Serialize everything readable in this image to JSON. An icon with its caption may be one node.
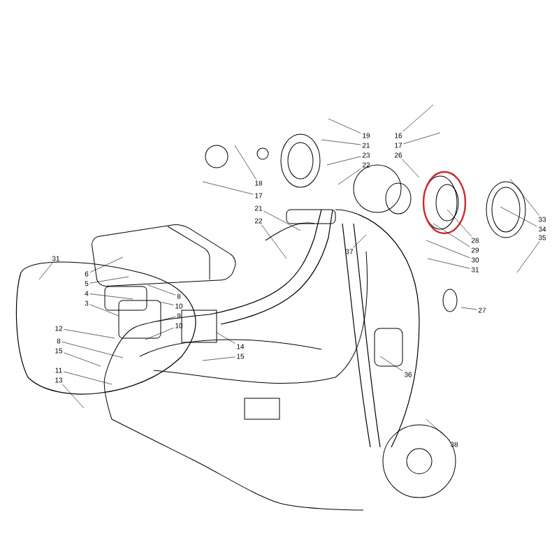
{
  "diagram": {
    "nodes": [
      {
        "text": [
          "18"
        ]
      },
      {
        "text": [
          "17"
        ]
      },
      {
        "text": [
          "21"
        ]
      },
      {
        "text": [
          "22"
        ]
      },
      {
        "text": [
          "19"
        ]
      },
      {
        "text": [
          "21"
        ]
      },
      {
        "text": [
          "23"
        ]
      },
      {
        "text": [
          "22"
        ]
      },
      {
        "text": [
          "16"
        ]
      },
      {
        "text": [
          "17"
        ]
      },
      {
        "text": [
          "26"
        ]
      },
      {
        "text": [
          "33"
        ]
      },
      {
        "text": [
          "34"
        ]
      },
      {
        "text": [
          "35"
        ]
      },
      {
        "text": [
          "28"
        ]
      },
      {
        "text": [
          "29"
        ]
      },
      {
        "text": [
          "30"
        ]
      },
      {
        "text": [
          "31"
        ]
      },
      {
        "text": [
          "27"
        ]
      },
      {
        "text": [
          "37"
        ]
      },
      {
        "text": [
          "31"
        ]
      },
      {
        "text": [
          "6"
        ]
      },
      {
        "text": [
          "5"
        ]
      },
      {
        "text": [
          "4"
        ]
      },
      {
        "text": [
          "3"
        ]
      },
      {
        "text": [
          "8"
        ]
      },
      {
        "text": [
          "10"
        ]
      },
      {
        "text": [
          "9"
        ]
      },
      {
        "text": [
          "10"
        ]
      },
      {
        "text": [
          "12"
        ]
      },
      {
        "text": [
          "8"
        ]
      },
      {
        "text": [
          "15"
        ]
      },
      {
        "text": [
          "11"
        ]
      },
      {
        "text": [
          "13"
        ]
      },
      {
        "text": [
          "14"
        ]
      },
      {
        "text": [
          "15"
        ]
      },
      {
        "text": [
          "36"
        ]
      },
      {
        "text": [
          "38"
        ]
      }
    ],
    "edges": [
      {
        "from": 0,
        "to": null,
        "arrow": "none"
      },
      {
        "from": 1,
        "to": null,
        "arrow": "none"
      },
      {
        "from": 2,
        "to": null,
        "arrow": "none"
      },
      {
        "from": 3,
        "to": null,
        "arrow": "none"
      },
      {
        "from": 4,
        "to": null,
        "arrow": "none"
      },
      {
        "from": 5,
        "to": null,
        "arrow": "none"
      },
      {
        "from": 6,
        "to": null,
        "arrow": "none"
      },
      {
        "from": 7,
        "to": null,
        "arrow": "none"
      },
      {
        "from": 8,
        "to": null,
        "arrow": "none"
      },
      {
        "from": 9,
        "to": null,
        "arrow": "none"
      },
      {
        "from": 10,
        "to": null,
        "arrow": "none"
      },
      {
        "from": 11,
        "to": null,
        "arrow": "none"
      },
      {
        "from": 12,
        "to": null,
        "arrow": "none"
      },
      {
        "from": 13,
        "to": null,
        "arrow": "none"
      },
      {
        "from": 14,
        "to": null,
        "arrow": "none"
      },
      {
        "from": 15,
        "to": null,
        "arrow": "none"
      },
      {
        "from": 16,
        "to": null,
        "arrow": "none"
      },
      {
        "from": 17,
        "to": null,
        "arrow": "none"
      },
      {
        "from": 18,
        "to": null,
        "arrow": "none"
      },
      {
        "from": 19,
        "to": null,
        "arrow": "none"
      },
      {
        "from": 20,
        "to": null,
        "arrow": "none"
      },
      {
        "from": 21,
        "to": null,
        "arrow": "none"
      },
      {
        "from": 22,
        "to": null,
        "arrow": "none"
      },
      {
        "from": 23,
        "to": null,
        "arrow": "none"
      },
      {
        "from": 24,
        "to": null,
        "arrow": "none"
      },
      {
        "from": 25,
        "to": null,
        "arrow": "none"
      },
      {
        "from": 26,
        "to": null,
        "arrow": "none"
      },
      {
        "from": 27,
        "to": null,
        "arrow": "none"
      },
      {
        "from": 28,
        "to": null,
        "arrow": "none"
      },
      {
        "from": 29,
        "to": null,
        "arrow": "none"
      },
      {
        "from": 30,
        "to": null,
        "arrow": "none"
      },
      {
        "from": 31,
        "to": null,
        "arrow": "none"
      },
      {
        "from": 32,
        "to": null,
        "arrow": "none"
      },
      {
        "from": 33,
        "to": null,
        "arrow": "none"
      },
      {
        "from": 34,
        "to": null,
        "arrow": "none"
      },
      {
        "from": 35,
        "to": null,
        "arrow": "none"
      },
      {
        "from": 36,
        "to": null,
        "arrow": "none"
      },
      {
        "from": 37,
        "to": null,
        "arrow": "none"
      }
    ]
  }
}
